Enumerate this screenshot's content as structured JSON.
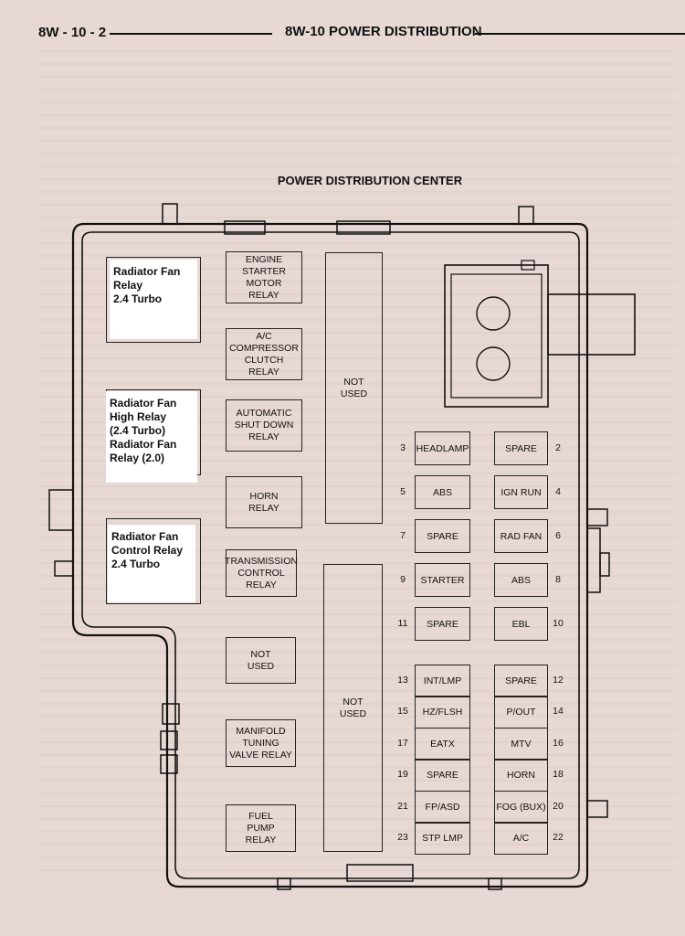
{
  "header": {
    "page_code": "8W - 10 - 2",
    "section_title": "8W-10 POWER DISTRIBUTION"
  },
  "diagram": {
    "title": "POWER DISTRIBUTION CENTER",
    "annotations": {
      "rad_fan_relay_turbo": "Radiator Fan\nRelay\n2.4 Turbo",
      "rad_fan_high_relay": "Radiator Fan\nHigh Relay\n(2.4 Turbo)\nRadiator Fan\nRelay (2.0)",
      "rad_fan_control_relay": "Radiator Fan\nControl Relay\n2.4 Turbo"
    },
    "relays": {
      "engine_starter": "ENGINE\nSTARTER\nMOTOR\nRELAY",
      "ac_compressor": "A/C\nCOMPRESSOR\nCLUTCH\nRELAY",
      "auto_shutdown": "AUTOMATIC\nSHUT DOWN\nRELAY",
      "horn": "HORN\nRELAY",
      "transmission_control": "TRANSMISSION\nCONTROL\nRELAY",
      "not_used_small": "NOT\nUSED",
      "manifold_tuning": "MANIFOLD\nTUNING\nVALVE RELAY",
      "fuel_pump": "FUEL\nPUMP\nRELAY"
    },
    "not_used_top": "NOT\nUSED",
    "not_used_bottom": "NOT\nUSED",
    "fuses_left": [
      {
        "num": "3",
        "label": "HEADLAMP"
      },
      {
        "num": "5",
        "label": "ABS"
      },
      {
        "num": "7",
        "label": "SPARE"
      },
      {
        "num": "9",
        "label": "STARTER"
      },
      {
        "num": "11",
        "label": "SPARE"
      },
      {
        "num": "13",
        "label": "INT/LMP"
      },
      {
        "num": "15",
        "label": "HZ/FLSH"
      },
      {
        "num": "17",
        "label": "EATX"
      },
      {
        "num": "19",
        "label": "SPARE"
      },
      {
        "num": "21",
        "label": "FP/ASD"
      },
      {
        "num": "23",
        "label": "STP LMP"
      }
    ],
    "fuses_right": [
      {
        "num": "2",
        "label": "SPARE"
      },
      {
        "num": "4",
        "label": "IGN RUN"
      },
      {
        "num": "6",
        "label": "RAD FAN"
      },
      {
        "num": "8",
        "label": "ABS"
      },
      {
        "num": "10",
        "label": "EBL"
      },
      {
        "num": "12",
        "label": "SPARE"
      },
      {
        "num": "14",
        "label": "P/OUT"
      },
      {
        "num": "16",
        "label": "MTV"
      },
      {
        "num": "18",
        "label": "HORN"
      },
      {
        "num": "20",
        "label": "FOG (BUX)"
      },
      {
        "num": "22",
        "label": "A/C"
      }
    ]
  }
}
